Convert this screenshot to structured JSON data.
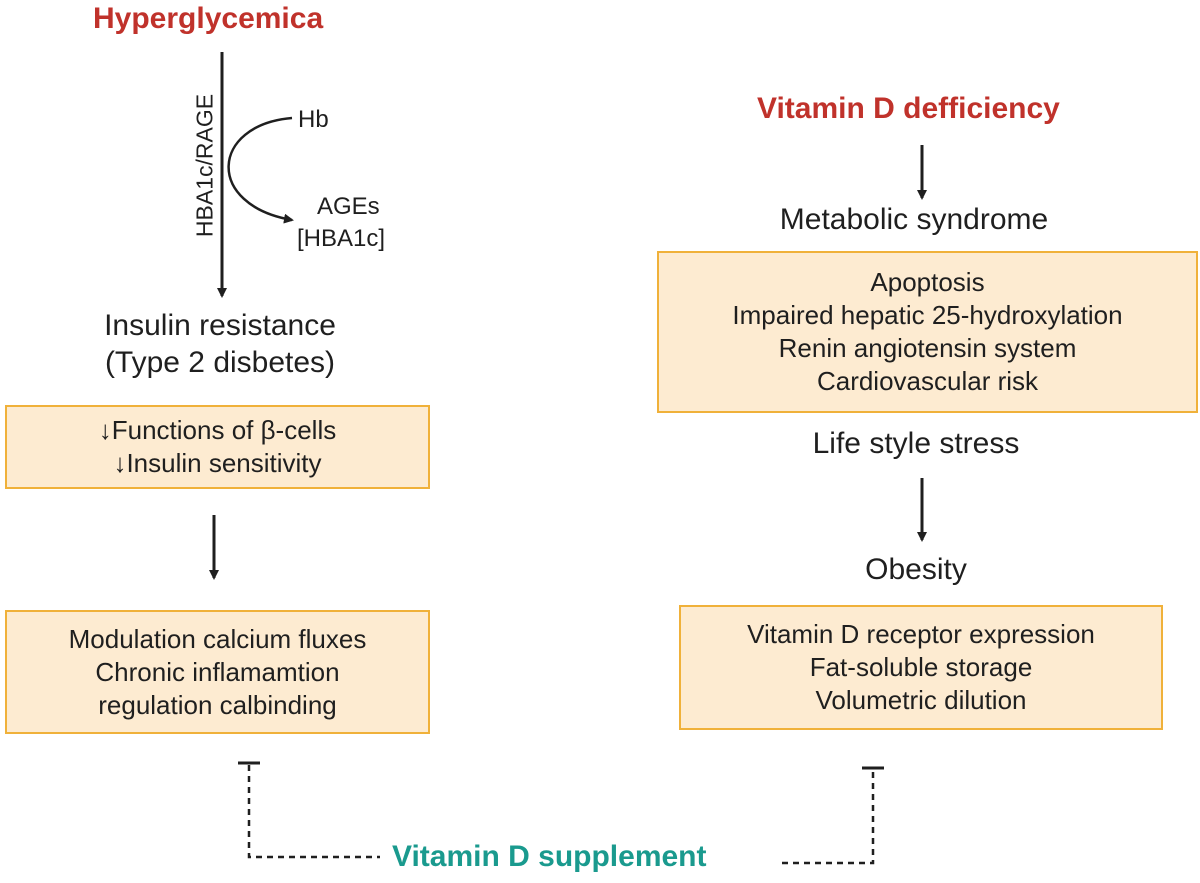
{
  "left": {
    "title": "Hyperglycemica",
    "pathway_label": "HBA1c/RAGE",
    "hb_label": "Hb",
    "ages_label": "AGEs",
    "ages_sub_label": "[HBA1c]",
    "insulin_resistance": "Insulin resistance",
    "type2_diabetes": "(Type 2 disbetes)",
    "box1": [
      "↓Functions of β-cells",
      "↓Insulin sensitivity"
    ],
    "box2": [
      "Modulation calcium fluxes",
      "Chronic inflamamtion",
      "regulation calbinding"
    ]
  },
  "right": {
    "title": "Vitamin D defficiency",
    "metabolic_syndrome": "Metabolic syndrome",
    "box1": [
      "Apoptosis",
      "Impaired hepatic 25-hydroxylation",
      "Renin angiotensin system",
      "Cardiovascular risk"
    ],
    "life_style_stress": "Life style stress",
    "obesity": "Obesity",
    "box2": [
      "Vitamin D receptor expression",
      "Fat-soluble storage",
      "Volumetric dilution"
    ]
  },
  "bottom": {
    "supplement": "Vitamin D supplement"
  },
  "colors": {
    "title_red": "#c0322b",
    "supplement_teal": "#1a9a8e",
    "box_fill": "#fdebd1",
    "box_border": "#f0b13a",
    "arrow": "#1f1f1f"
  }
}
